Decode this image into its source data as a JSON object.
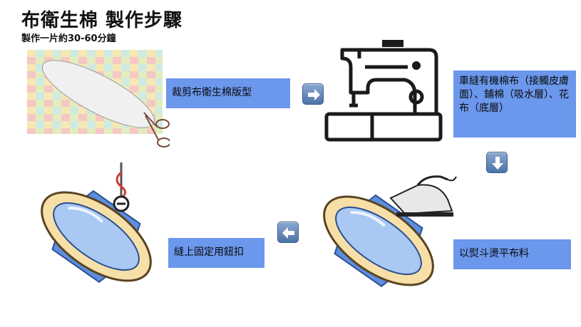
{
  "title": "布衛生棉 製作步驟",
  "subtitle": "製作一片約30-60分鐘",
  "steps": [
    {
      "label": "裁剪布衛生棉版型"
    },
    {
      "label": "車縫有機棉布（接觸皮膚面）、鋪棉（吸水層）、花布（底層）"
    },
    {
      "label": "以熨斗燙平布料"
    },
    {
      "label": "縫上固定用鈕扣"
    }
  ],
  "arrows": [
    "arrow-right-icon",
    "arrow-down-icon",
    "arrow-left-icon"
  ],
  "colors": {
    "step_box": "#6b97ec",
    "pad_outer": "#f7dfa8",
    "pad_inner": "#a9c8f2",
    "wing": "#5d8ee0"
  }
}
